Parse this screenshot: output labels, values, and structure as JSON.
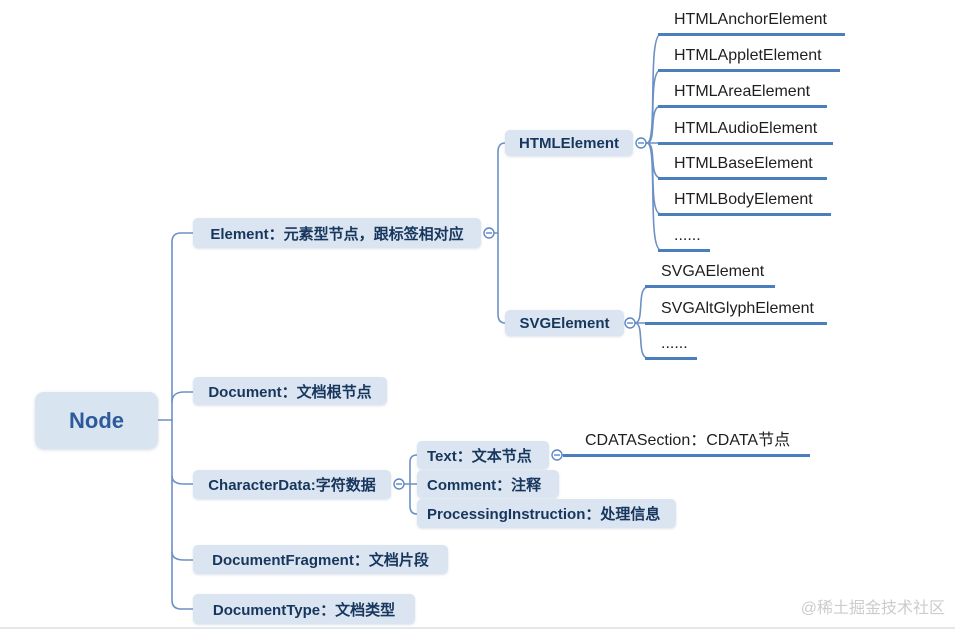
{
  "root": {
    "label": "Node"
  },
  "branches": {
    "element": {
      "label": "Element：元素型节点，跟标签相对应",
      "children": {
        "htmlelement": {
          "label": "HTMLElement",
          "children": [
            "HTMLAnchorElement",
            "HTMLAppletElement",
            "HTMLAreaElement",
            "HTMLAudioElement",
            "HTMLBaseElement",
            "HTMLBodyElement",
            "......"
          ]
        },
        "svgelement": {
          "label": "SVGElement",
          "children": [
            "SVGAElement",
            "SVGAltGlyphElement",
            "......"
          ]
        }
      }
    },
    "document": {
      "label": "Document：文档根节点"
    },
    "characterdata": {
      "label": "CharacterData:字符数据",
      "children": {
        "text": {
          "label": "Text：文本节点",
          "children": [
            "CDATASection：CDATA节点"
          ]
        },
        "comment": {
          "label": "Comment：注释"
        },
        "processinginstruction": {
          "label": "ProcessingInstruction：处理信息"
        }
      }
    },
    "documentfragment": {
      "label": "DocumentFragment：文档片段"
    },
    "documenttype": {
      "label": "DocumentType：文档类型"
    }
  },
  "watermark": "@稀土掘金技术社区",
  "colors": {
    "box_fill": "#dbe5f1",
    "box_text": "#17365d",
    "root_text": "#2d5a9c",
    "connector_line": "#6c91c4",
    "leaf_underline": "#4a7ebc",
    "leaf_text": "#1f1f1f",
    "watermark_text": "#cccccc"
  }
}
